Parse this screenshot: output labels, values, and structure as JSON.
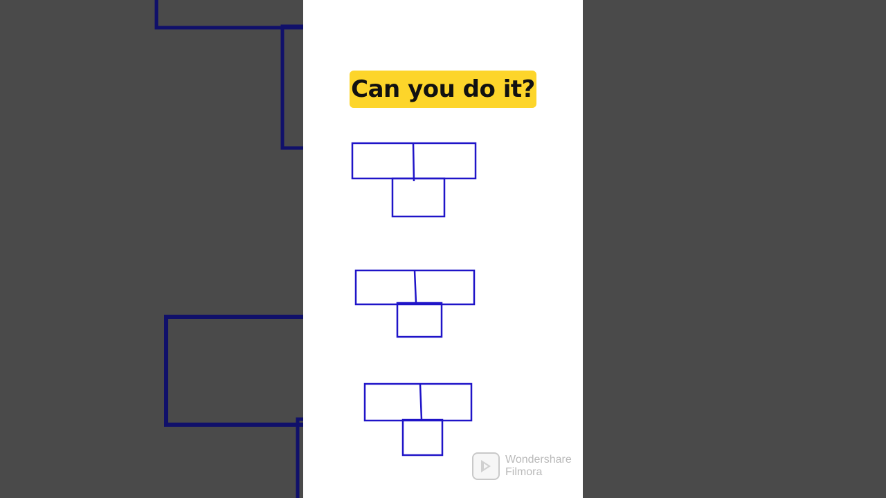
{
  "video": {
    "title": "Can you do it?"
  },
  "watermark": {
    "line1": "Wondershare",
    "line2": "Filmora",
    "icon": "filmora-logo-icon"
  },
  "colors": {
    "badge": "#fdd52a",
    "stroke": "#1f14c8",
    "backdrop": "#4a4a4a"
  },
  "figures": [
    {
      "name": "t-figure-1"
    },
    {
      "name": "t-figure-2"
    },
    {
      "name": "t-figure-3"
    }
  ]
}
